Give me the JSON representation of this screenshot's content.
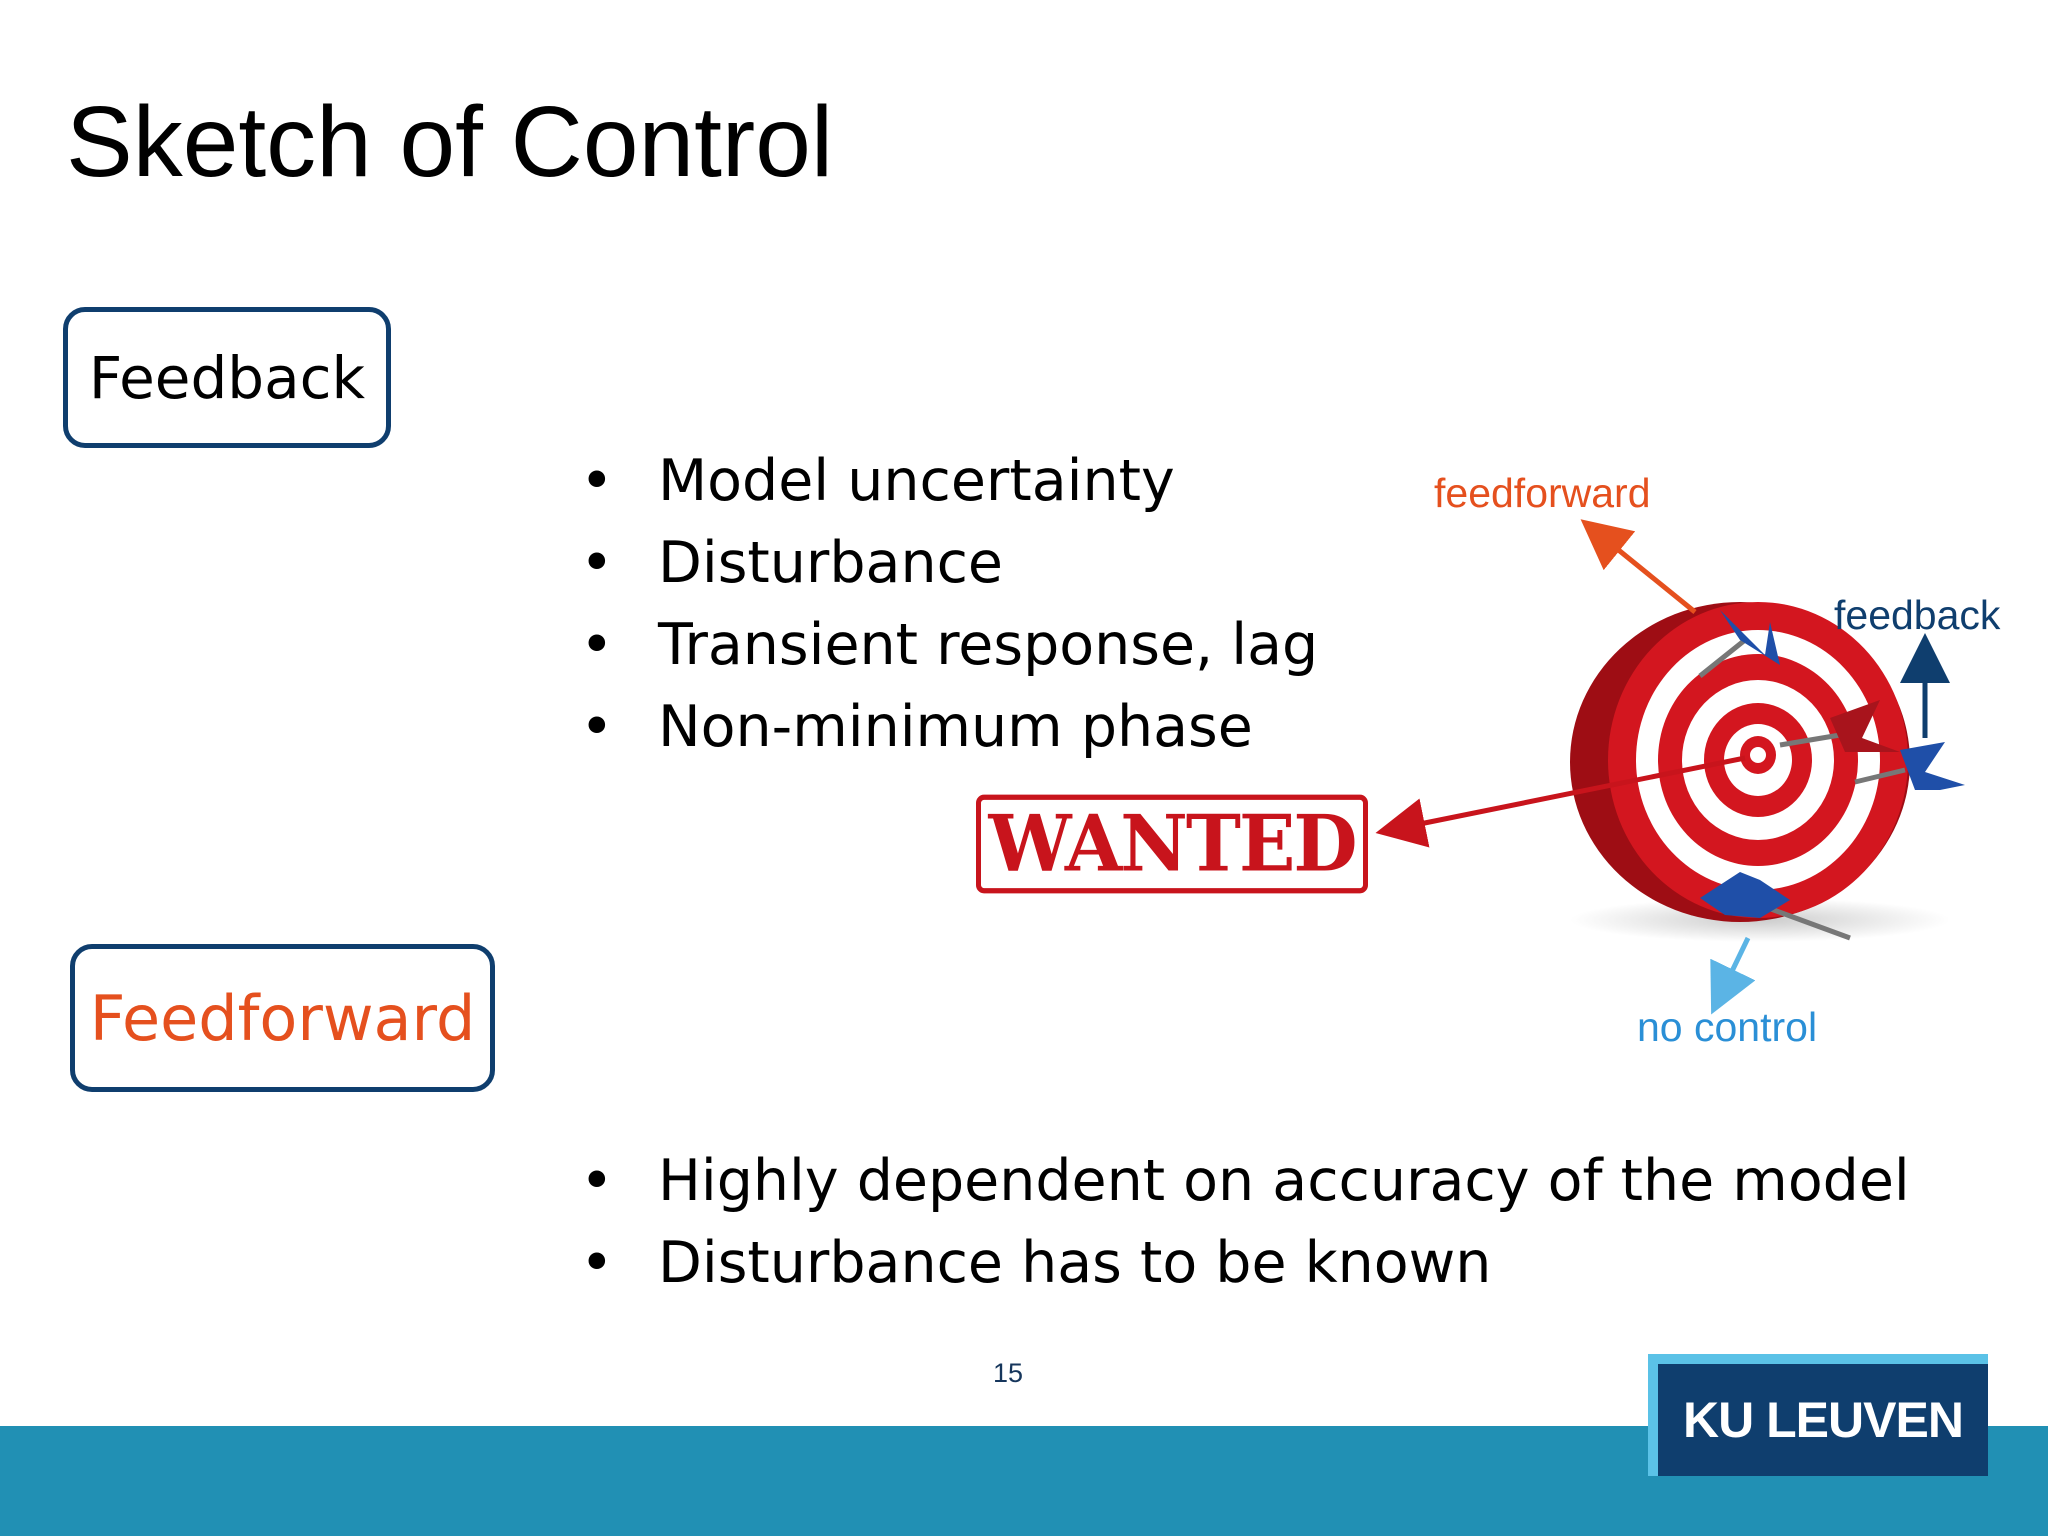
{
  "slide": {
    "title": "Sketch of Control",
    "page_number": "15"
  },
  "feedback": {
    "box_label": "Feedback",
    "bullets": [
      "Model uncertainty",
      "Disturbance",
      "Transient response, lag",
      "Non-minimum phase"
    ]
  },
  "feedforward": {
    "box_label": "Feedforward",
    "bullets": [
      "Highly dependent on accuracy of the model",
      "Disturbance has to be known"
    ]
  },
  "illustration": {
    "label_feedforward": "feedforward",
    "label_feedback": "feedback",
    "label_no_control": "no control",
    "wanted_stamp": "WANTED"
  },
  "footer": {
    "logo_text": "KU LEUVEN"
  },
  "colors": {
    "orange": "#e5501e",
    "navy": "#0f3e6e",
    "footer_blue": "#2190b4",
    "target_red": "#c8141c"
  }
}
